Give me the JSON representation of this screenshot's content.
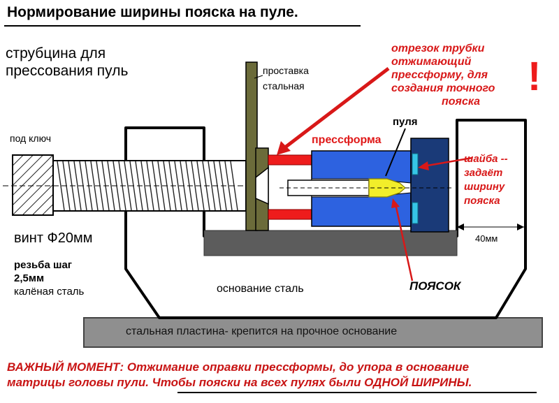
{
  "title": "Нормирование ширины пояска на пуле.",
  "clamp_label_line1": "струбцина для",
  "clamp_label_line2": "прессования пуль",
  "spacer_line1": "проставка",
  "spacer_line2": "стальная",
  "tube_note_line1": "отрезок трубки",
  "tube_note_line2": "отжимающий",
  "tube_note_line3": "прессформу, для",
  "tube_note_line4": "создания точного",
  "tube_note_line5": "пояска",
  "exclamation": "!",
  "bullet_label": "пуля",
  "die_label": "прессформа",
  "wrench_label": "под ключ",
  "washer_line1": "шайба --",
  "washer_line2": "задаёт",
  "washer_line3": "ширину",
  "washer_line4": "пояска",
  "screw_label": "винт Ф20мм",
  "dimension_label": "40мм",
  "thread_line1": "резьба шаг",
  "thread_line2": "2,5мм",
  "thread_line3": "калёная сталь",
  "base_label": "основание сталь",
  "belt_label": "ПОЯСОК",
  "plate_label": "стальная пластина-  крепится на прочное основание",
  "note_important": "ВАЖНЫЙ МОМЕНТ:",
  "note_text1": " Отжимание оправки прессформы, до упора в основание",
  "note_text2": "матрицы головы пули. Чтобы пояски на всех пулях были ОДНОЙ ШИРИНЫ.",
  "colors": {
    "plate": "#8f8f8f",
    "base_bar": "#5c5c5c",
    "die": "#2d62e0",
    "washer_block": "#1a3a78",
    "washer_ring": "#36c5e6",
    "bullet": "#f2ee2a",
    "red_tube": "#ee1c1c",
    "spacer": "#6b6b3a",
    "text_red": "#d81818"
  }
}
